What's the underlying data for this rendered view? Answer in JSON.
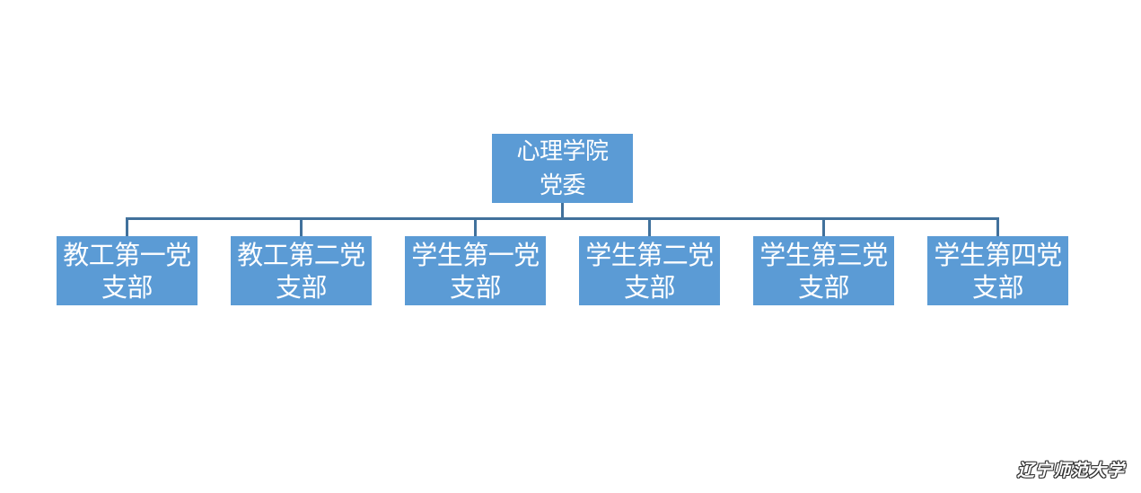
{
  "root": {
    "line1": "心理学院",
    "line2": "党委"
  },
  "children": [
    {
      "line1": "教工第一党",
      "line2": "支部"
    },
    {
      "line1": "教工第二党",
      "line2": "支部"
    },
    {
      "line1": "学生第一党",
      "line2": "支部"
    },
    {
      "line1": "学生第二党",
      "line2": "支部"
    },
    {
      "line1": "学生第三党",
      "line2": "支部"
    },
    {
      "line1": "学生第四党",
      "line2": "支部"
    }
  ],
  "watermark": "辽宁师范大学",
  "colors": {
    "node_fill": "#5b9bd5",
    "connector": "#41719c",
    "node_text": "#ffffff"
  }
}
